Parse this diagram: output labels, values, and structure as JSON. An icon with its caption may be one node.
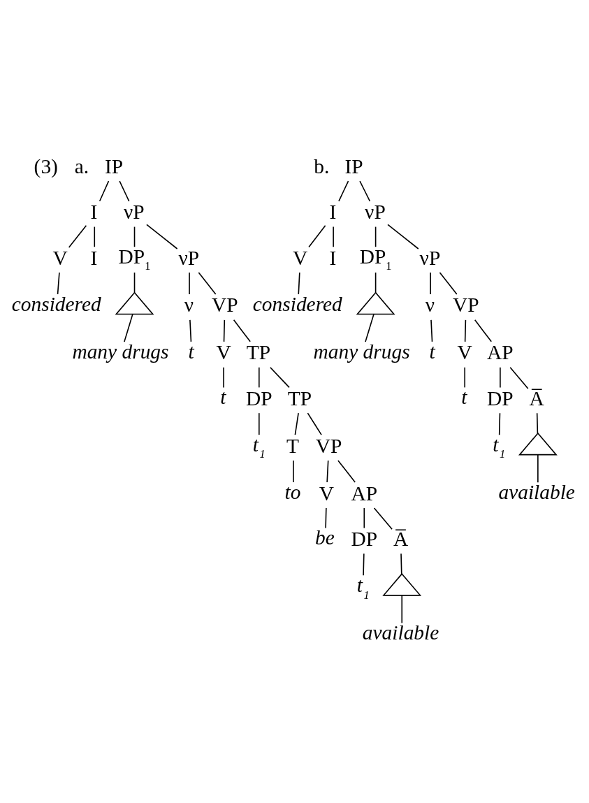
{
  "diagram": {
    "nodes": [
      {
        "text": [
          "IP"
        ]
      },
      {
        "text": [
          "I"
        ]
      },
      {
        "text": [
          "νP"
        ]
      },
      {
        "text": [
          "V"
        ]
      },
      {
        "text": [
          "I"
        ]
      },
      {
        "text": [
          "considered"
        ]
      },
      {
        "text": [
          "DP$_{1}$"
        ]
      },
      {
        "text": [],
        "shape": "triangle"
      },
      {
        "text": [
          "many drugs"
        ]
      },
      {
        "text": [
          "νP"
        ]
      },
      {
        "text": [
          "ν"
        ]
      },
      {
        "text": [
          "VP"
        ]
      },
      {
        "text": [
          "t"
        ]
      },
      {
        "text": [
          "V"
        ]
      },
      {
        "text": [
          "TP"
        ]
      },
      {
        "text": [
          "t"
        ]
      },
      {
        "text": [
          "DP"
        ]
      },
      {
        "text": [
          "TP"
        ]
      },
      {
        "text": [
          "t$_{1}$"
        ]
      },
      {
        "text": [
          "T"
        ]
      },
      {
        "text": [
          "VP"
        ]
      },
      {
        "text": [
          "to"
        ]
      },
      {
        "text": [
          "V"
        ]
      },
      {
        "text": [
          "AP"
        ]
      },
      {
        "text": [
          "be"
        ]
      },
      {
        "text": [
          "DP"
        ]
      },
      {
        "text": [
          "A̅"
        ]
      },
      {
        "text": [
          "t$_{1}$"
        ]
      },
      {
        "text": [],
        "shape": "triangle"
      },
      {
        "text": [
          "available"
        ]
      },
      {
        "text": [
          "IP"
        ]
      },
      {
        "text": [
          "I"
        ]
      },
      {
        "text": [
          "νP"
        ]
      },
      {
        "text": [
          "V"
        ]
      },
      {
        "text": [
          "I"
        ]
      },
      {
        "text": [
          "considered"
        ]
      },
      {
        "text": [
          "DP$_{1}$"
        ]
      },
      {
        "text": [],
        "shape": "triangle"
      },
      {
        "text": [
          "many drugs"
        ]
      },
      {
        "text": [
          "νP"
        ]
      },
      {
        "text": [
          "ν"
        ]
      },
      {
        "text": [
          "VP"
        ]
      },
      {
        "text": [
          "t"
        ]
      },
      {
        "text": [
          "V"
        ]
      },
      {
        "text": [
          "AP"
        ]
      },
      {
        "text": [
          "t"
        ]
      },
      {
        "text": [
          "DP"
        ]
      },
      {
        "text": [
          "A̅"
        ]
      },
      {
        "text": [
          "t$_{1}$"
        ]
      },
      {
        "text": [],
        "shape": "triangle"
      },
      {
        "text": [
          "available"
        ]
      }
    ],
    "edges": [
      {
        "from": 0,
        "to": 1,
        "arrow": "none"
      },
      {
        "from": 0,
        "to": 2,
        "arrow": "none"
      },
      {
        "from": 1,
        "to": 3,
        "arrow": "none"
      },
      {
        "from": 1,
        "to": 4,
        "arrow": "none"
      },
      {
        "from": 3,
        "to": 5,
        "arrow": "none"
      },
      {
        "from": 2,
        "to": 6,
        "arrow": "none"
      },
      {
        "from": 2,
        "to": 9,
        "arrow": "none"
      },
      {
        "from": 6,
        "to": 7,
        "arrow": "none"
      },
      {
        "from": 7,
        "to": 8,
        "arrow": "none"
      },
      {
        "from": 9,
        "to": 10,
        "arrow": "none"
      },
      {
        "from": 9,
        "to": 11,
        "arrow": "none"
      },
      {
        "from": 10,
        "to": 12,
        "arrow": "none"
      },
      {
        "from": 11,
        "to": 13,
        "arrow": "none"
      },
      {
        "from": 11,
        "to": 14,
        "arrow": "none"
      },
      {
        "from": 13,
        "to": 15,
        "arrow": "none"
      },
      {
        "from": 14,
        "to": 16,
        "arrow": "none"
      },
      {
        "from": 14,
        "to": 17,
        "arrow": "none"
      },
      {
        "from": 16,
        "to": 18,
        "arrow": "none"
      },
      {
        "from": 17,
        "to": 19,
        "arrow": "none"
      },
      {
        "from": 17,
        "to": 20,
        "arrow": "none"
      },
      {
        "from": 19,
        "to": 21,
        "arrow": "none"
      },
      {
        "from": 20,
        "to": 22,
        "arrow": "none"
      },
      {
        "from": 20,
        "to": 23,
        "arrow": "none"
      },
      {
        "from": 22,
        "to": 24,
        "arrow": "none"
      },
      {
        "from": 23,
        "to": 25,
        "arrow": "none"
      },
      {
        "from": 23,
        "to": 26,
        "arrow": "none"
      },
      {
        "from": 25,
        "to": 27,
        "arrow": "none"
      },
      {
        "from": 26,
        "to": 28,
        "arrow": "none"
      },
      {
        "from": 28,
        "to": 29,
        "arrow": "none"
      },
      {
        "from": 30,
        "to": 31,
        "arrow": "none"
      },
      {
        "from": 30,
        "to": 32,
        "arrow": "none"
      },
      {
        "from": 31,
        "to": 33,
        "arrow": "none"
      },
      {
        "from": 31,
        "to": 34,
        "arrow": "none"
      },
      {
        "from": 33,
        "to": 35,
        "arrow": "none"
      },
      {
        "from": 32,
        "to": 36,
        "arrow": "none"
      },
      {
        "from": 32,
        "to": 39,
        "arrow": "none"
      },
      {
        "from": 36,
        "to": 37,
        "arrow": "none"
      },
      {
        "from": 37,
        "to": 38,
        "arrow": "none"
      },
      {
        "from": 39,
        "to": 40,
        "arrow": "none"
      },
      {
        "from": 39,
        "to": 41,
        "arrow": "none"
      },
      {
        "from": 40,
        "to": 42,
        "arrow": "none"
      },
      {
        "from": 41,
        "to": 43,
        "arrow": "none"
      },
      {
        "from": 41,
        "to": 44,
        "arrow": "none"
      },
      {
        "from": 43,
        "to": 45,
        "arrow": "none"
      },
      {
        "from": 44,
        "to": 46,
        "arrow": "none"
      },
      {
        "from": 44,
        "to": 47,
        "arrow": "none"
      },
      {
        "from": 46,
        "to": 48,
        "arrow": "none"
      },
      {
        "from": 47,
        "to": 49,
        "arrow": "none"
      },
      {
        "from": 49,
        "to": 50,
        "arrow": "none"
      }
    ],
    "labels": [
      "(3)",
      "a.",
      "b."
    ]
  }
}
